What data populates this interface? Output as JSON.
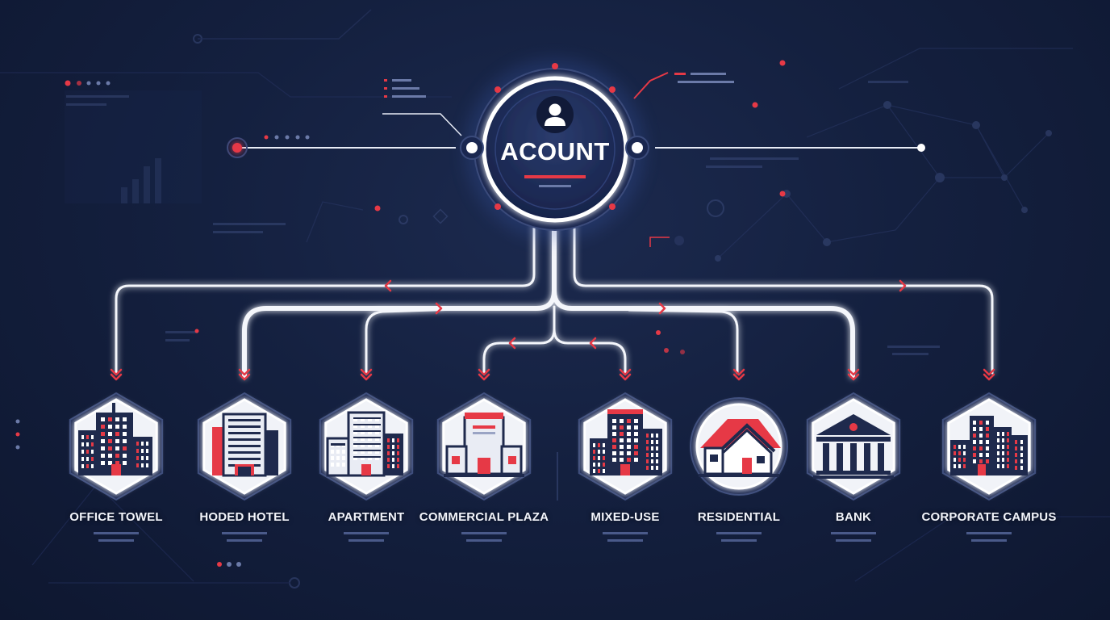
{
  "center": {
    "title": "ACOUNT",
    "icon": "user-icon"
  },
  "nodes": [
    {
      "id": "office-towel",
      "label": "OFFICE TOWEL",
      "icon": "office-tower-icon"
    },
    {
      "id": "hoded-hotel",
      "label": "HODED HOTEL",
      "icon": "hotel-icon"
    },
    {
      "id": "apartment",
      "label": "APARTMENT",
      "icon": "apartment-icon"
    },
    {
      "id": "commercial-plaza",
      "label": "COMMERCIAL PLAZA",
      "icon": "plaza-icon"
    },
    {
      "id": "mixed-use",
      "label": "MIXED-USE",
      "icon": "mixed-use-icon"
    },
    {
      "id": "residential",
      "label": "RESIDENTIAL",
      "icon": "house-icon"
    },
    {
      "id": "bank",
      "label": "BANK",
      "icon": "bank-icon"
    },
    {
      "id": "corporate-campus",
      "label": "CORPORATE CAMPUS",
      "icon": "campus-icon"
    }
  ],
  "colors": {
    "background": "#14203f",
    "accent": "#e63946",
    "line": "#f4f6fb",
    "building": "#1f2a4d",
    "tile": "#f1f3f8"
  }
}
